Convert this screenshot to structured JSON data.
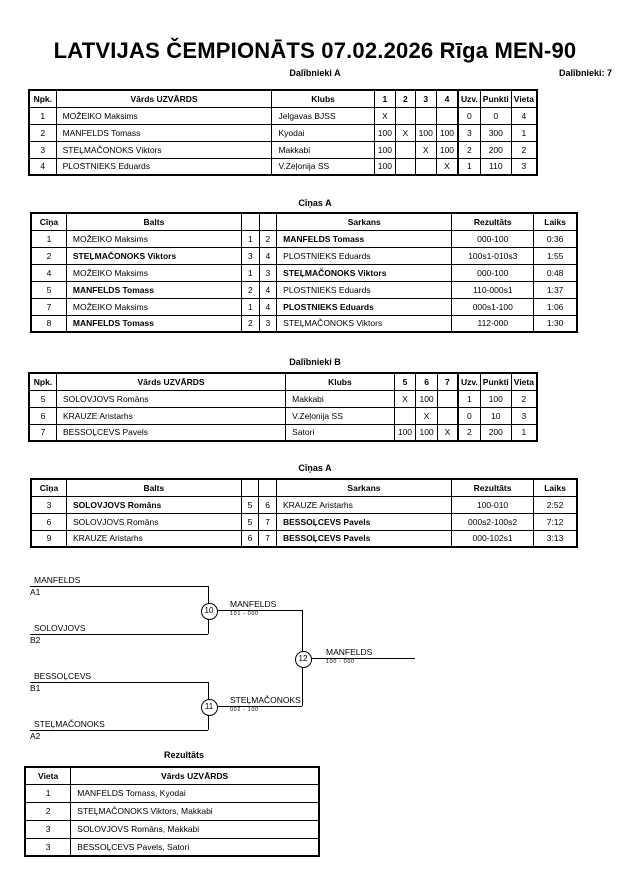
{
  "header": {
    "title": "LATVIJAS ČEMPIONĀTS  07.02.2026  Rīga   MEN-90",
    "participants_label": "Dalībnieki A",
    "participants_count": "Dalībnieki: 7"
  },
  "sections": {
    "group_a_label": "Dalībnieki A",
    "group_b_label": "Dalībnieki B",
    "fights_a_label": "Cīņas A",
    "fights_b_label": "Cīņas A",
    "results_label": "Rezultāts"
  },
  "participants_table": {
    "headers": {
      "npk": "Npk.",
      "name": "Vārds UZVĀRDS",
      "club": "Klubs",
      "wins": "Uzv.",
      "points": "Punkti",
      "place": "Vieta"
    }
  },
  "group_a": {
    "grid_headers": [
      "1",
      "2",
      "3",
      "4"
    ],
    "rows": [
      {
        "npk": "1",
        "name": "MOŽEIKO Maksims",
        "club": "Jelgavas BJSS",
        "grid": [
          "X",
          "",
          "",
          ""
        ],
        "wins": "0",
        "points": "0",
        "place": "4"
      },
      {
        "npk": "2",
        "name": "MANFELDS Tomass",
        "club": "Kyodai",
        "grid": [
          "100",
          "X",
          "100",
          "100"
        ],
        "wins": "3",
        "points": "300",
        "place": "1"
      },
      {
        "npk": "3",
        "name": "STEĻMAČONOKS Viktors",
        "club": "Makkabi",
        "grid": [
          "100",
          "",
          "X",
          "100"
        ],
        "wins": "2",
        "points": "200",
        "place": "2"
      },
      {
        "npk": "4",
        "name": "PLOSTNIEKS Eduards",
        "club": "V.Zeļonija SS",
        "grid": [
          "100",
          "",
          "",
          "X"
        ],
        "wins": "1",
        "points": "110",
        "place": "3"
      }
    ]
  },
  "group_b": {
    "grid_headers": [
      "5",
      "6",
      "7"
    ],
    "rows": [
      {
        "npk": "5",
        "name": "SOLOVJOVS Romāns",
        "club": "Makkabi",
        "grid": [
          "X",
          "100",
          ""
        ],
        "wins": "1",
        "points": "100",
        "place": "2"
      },
      {
        "npk": "6",
        "name": "KRAUZE Aristarhs",
        "club": "V.Zeļonija SS",
        "grid": [
          "",
          "X",
          ""
        ],
        "wins": "0",
        "points": "10",
        "place": "3"
      },
      {
        "npk": "7",
        "name": "BESSOĻCEVS Pavels",
        "club": "Satori",
        "grid": [
          "100",
          "100",
          "X"
        ],
        "wins": "2",
        "points": "200",
        "place": "1"
      }
    ]
  },
  "fights_table": {
    "headers": {
      "fight": "Cīņa",
      "white": "Balts",
      "red": "Sarkans",
      "result": "Rezultāts",
      "time": "Laiks"
    }
  },
  "fights_a": [
    {
      "fight": "1",
      "white": "MOŽEIKO Maksims",
      "white_no": "1",
      "red_no": "2",
      "red": "MANFELDS Tomass",
      "winner": "red",
      "result": "000-100",
      "time": "0:36"
    },
    {
      "fight": "2",
      "white": "STEĻMAČONOKS Viktors",
      "white_no": "3",
      "red_no": "4",
      "red": "PLOSTNIEKS Eduards",
      "winner": "white",
      "result": "100s1-010s3",
      "time": "1:55"
    },
    {
      "fight": "4",
      "white": "MOŽEIKO Maksims",
      "white_no": "1",
      "red_no": "3",
      "red": "STEĻMAČONOKS Viktors",
      "winner": "red",
      "result": "000-100",
      "time": "0:48"
    },
    {
      "fight": "5",
      "white": "MANFELDS Tomass",
      "white_no": "2",
      "red_no": "4",
      "red": "PLOSTNIEKS Eduards",
      "winner": "white",
      "result": "110-000s1",
      "time": "1:37"
    },
    {
      "fight": "7",
      "white": "MOŽEIKO Maksims",
      "white_no": "1",
      "red_no": "4",
      "red": "PLOSTNIEKS Eduards",
      "winner": "red",
      "result": "000s1-100",
      "time": "1:06"
    },
    {
      "fight": "8",
      "white": "MANFELDS Tomass",
      "white_no": "2",
      "red_no": "3",
      "red": "STEĻMAČONOKS Viktors",
      "winner": "white",
      "result": "112-000",
      "time": "1:30"
    }
  ],
  "fights_b": [
    {
      "fight": "3",
      "white": "SOLOVJOVS Romāns",
      "white_no": "5",
      "red_no": "6",
      "red": "KRAUZE Aristarhs",
      "winner": "white",
      "result": "100-010",
      "time": "2:52"
    },
    {
      "fight": "6",
      "white": "SOLOVJOVS Romāns",
      "white_no": "5",
      "red_no": "7",
      "red": "BESSOĻCEVS Pavels",
      "winner": "red",
      "result": "000s2-100s2",
      "time": "7:12"
    },
    {
      "fight": "9",
      "white": "KRAUZE Aristarhs",
      "white_no": "6",
      "red_no": "7",
      "red": "BESSOĻCEVS Pavels",
      "winner": "red",
      "result": "000-102s1",
      "time": "3:13"
    }
  ],
  "bracket": {
    "entrants": [
      {
        "name": "MANFELDS",
        "seed": "A1"
      },
      {
        "name": "SOLOVJOVS",
        "seed": "B2"
      },
      {
        "name": "BESSOĻCEVS",
        "seed": "B1"
      },
      {
        "name": "STEĻMAČONOKS",
        "seed": "A2"
      }
    ],
    "matches": [
      {
        "number": "10",
        "winner": "MANFELDS",
        "score": "101 - 000"
      },
      {
        "number": "11",
        "winner": "STEĻMAČONOKS",
        "score": "002 - 100"
      },
      {
        "number": "12",
        "winner": "MANFELDS",
        "score": "100 - 000"
      }
    ]
  },
  "results_table": {
    "headers": {
      "place": "Vieta",
      "name": "Vārds UZVĀRDS"
    },
    "rows": [
      {
        "place": "1",
        "name": "MANFELDS Tomass, Kyodai"
      },
      {
        "place": "2",
        "name": "STEĻMAČONOKS Viktors, Makkabi"
      },
      {
        "place": "3",
        "name": "SOLOVJOVS Romāns, Makkabi"
      },
      {
        "place": "3",
        "name": "BESSOĻCEVS Pavels, Satori"
      }
    ]
  }
}
